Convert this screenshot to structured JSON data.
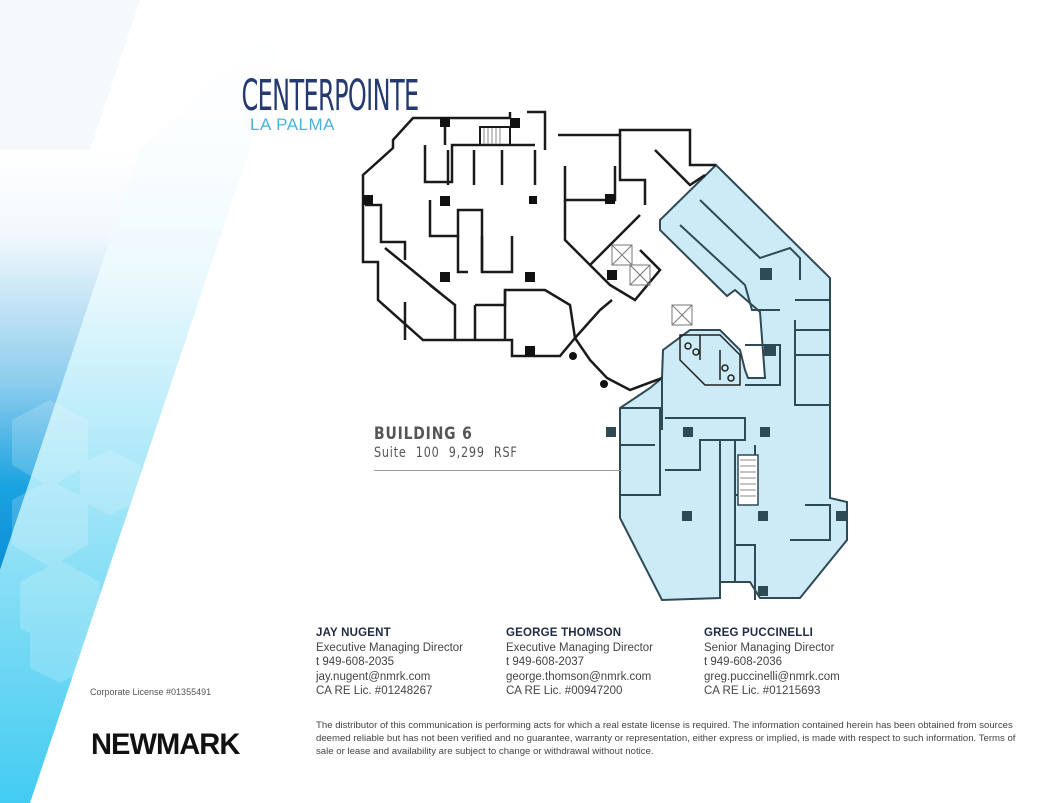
{
  "brand": {
    "title": "CENTERPOINTE",
    "subtitle": "LA PALMA",
    "title_color": "#253a72",
    "subtitle_color": "#49b3dc",
    "accent_blue": "#0ea5e9",
    "suite_fill": "#cdeaf7"
  },
  "building": {
    "name": "BUILDING 6",
    "suite": "Suite 100",
    "area": "9,299 RSF"
  },
  "contacts": [
    {
      "name": "JAY NUGENT",
      "title": "Executive Managing Director",
      "phone": "t  949-608-2035",
      "email": "jay.nugent@nmrk.com",
      "license": "CA RE Lic. #01248267"
    },
    {
      "name": "GEORGE THOMSON",
      "title": "Executive Managing Director",
      "phone": "t  949-608-2037",
      "email": "george.thomson@nmrk.com",
      "license": "CA RE Lic. #00947200"
    },
    {
      "name": "GREG PUCCINELLI",
      "title": "Senior Managing Director",
      "phone": "t  949-608-2036",
      "email": "greg.puccinelli@nmrk.com",
      "license": "CA RE Lic. #01215693"
    }
  ],
  "footer": {
    "corporate_license": "Corporate License #01355491",
    "company": "NEWMARK",
    "disclaimer": "The distributor of this communication is performing acts for which a real estate license is required. The information contained herein has been obtained from sources deemed reliable but has not been verified and no guarantee, warranty or representation, either express or implied, is made with respect to such information. Terms of sale or lease and availability are subject to change or withdrawal without notice."
  }
}
